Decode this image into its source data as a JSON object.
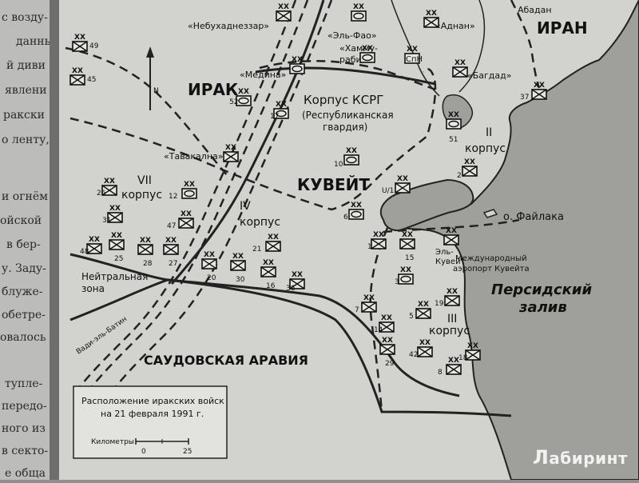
{
  "page_text": [
    "с возду-",
    "данны",
    "й диви",
    "явлени",
    "ракски",
    "о ленту,",
    "и огнём",
    "ойской",
    "в бер-",
    "у. Заду-",
    "блуже-",
    "обетре-",
    "овалось",
    "тупле-",
    "передо-",
    "ного из",
    "в секто-",
    "е обща"
  ],
  "countries": {
    "iraq": "ИРАК",
    "iran": "ИРАН",
    "kuwait": "КУВЕЙТ",
    "saudi": "САУДОВСКАЯ АРАВИЯ"
  },
  "corps": {
    "ksrg": [
      "Корпус КСРГ",
      "(Республиканская",
      "гвардия)"
    ],
    "ii": [
      "II",
      "корпус"
    ],
    "iii": [
      "III",
      "корпус"
    ],
    "iv": [
      "IV",
      "корпус"
    ],
    "vii": [
      "VII",
      "корпус"
    ]
  },
  "places": {
    "abadan": "Абадан",
    "faylaka": "о. Файлака",
    "el_kuwait": [
      "Эль-",
      "Кувейт"
    ],
    "airport": [
      "Международный",
      "аэропорт Кувейта"
    ],
    "gulf": [
      "Персидский",
      "залив"
    ],
    "neutral": [
      "Нейтральная",
      "зона"
    ],
    "wadi": "Вади-эль-Батин"
  },
  "divisions": {
    "nebuchadnezzar": "«Небухаднеззар»",
    "el_fao": "«Эль-Фао»",
    "adnan": "«Аднан»",
    "hammurabi": [
      "«Хамму-",
      "раби»"
    ],
    "medina": "«Медина»",
    "baghdad": "«Багдад»",
    "tawakalna": "«Тавакална»",
    "spn": "СпН"
  },
  "unit_numbers": [
    "49",
    "45",
    "52",
    "17",
    "51",
    "2",
    "10",
    "U/1",
    "6",
    "26",
    "12",
    "31",
    "47",
    "48",
    "25",
    "28",
    "27",
    "21",
    "20",
    "30",
    "16",
    "36",
    "1",
    "15",
    "3",
    "7",
    "14",
    "19",
    "5",
    "29",
    "42",
    "18",
    "8",
    "37"
  ],
  "legend": {
    "title": [
      "Расположение иракских войск",
      "на 21 февраля 1991 г."
    ],
    "scale_label": "Километры",
    "scale_start": "0",
    "scale_end": "25"
  },
  "north": "N",
  "watermark": "абиринт",
  "watermark_icon": "labirint-logo-icon"
}
